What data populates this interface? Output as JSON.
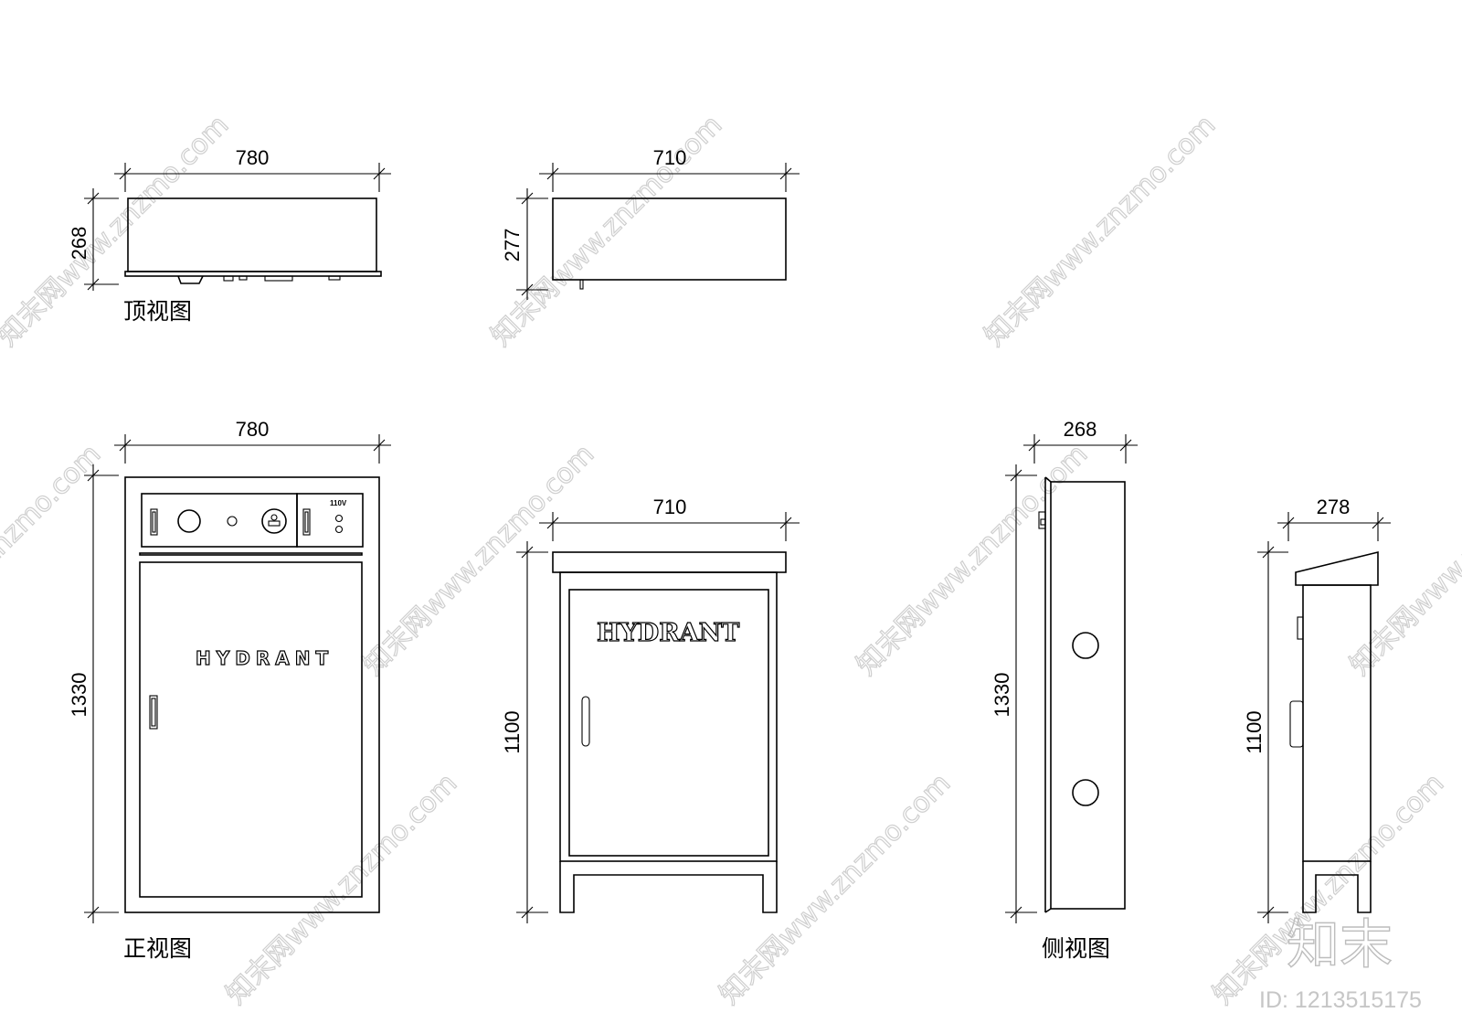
{
  "dimensions": {
    "top_view_width": "780",
    "top_view_height": "268",
    "top_side_width": "710",
    "top_side_height": "277",
    "front_width": "780",
    "front_height": "1330",
    "stand_width": "710",
    "stand_height": "1100",
    "side_width": "268",
    "side_height": "1330",
    "side_stand_width": "278",
    "side_stand_height": "1100"
  },
  "captions": {
    "top_view": "顶视图",
    "front_view": "正视图",
    "side_view": "侧视图"
  },
  "labels": {
    "hydrant_front": "HYDRANT",
    "hydrant_stand": "HYDRANT",
    "voltage": "110V"
  },
  "watermark": {
    "text": "知末网www.znzmo.com",
    "logo": "知末",
    "id": "ID: 1213515175"
  }
}
